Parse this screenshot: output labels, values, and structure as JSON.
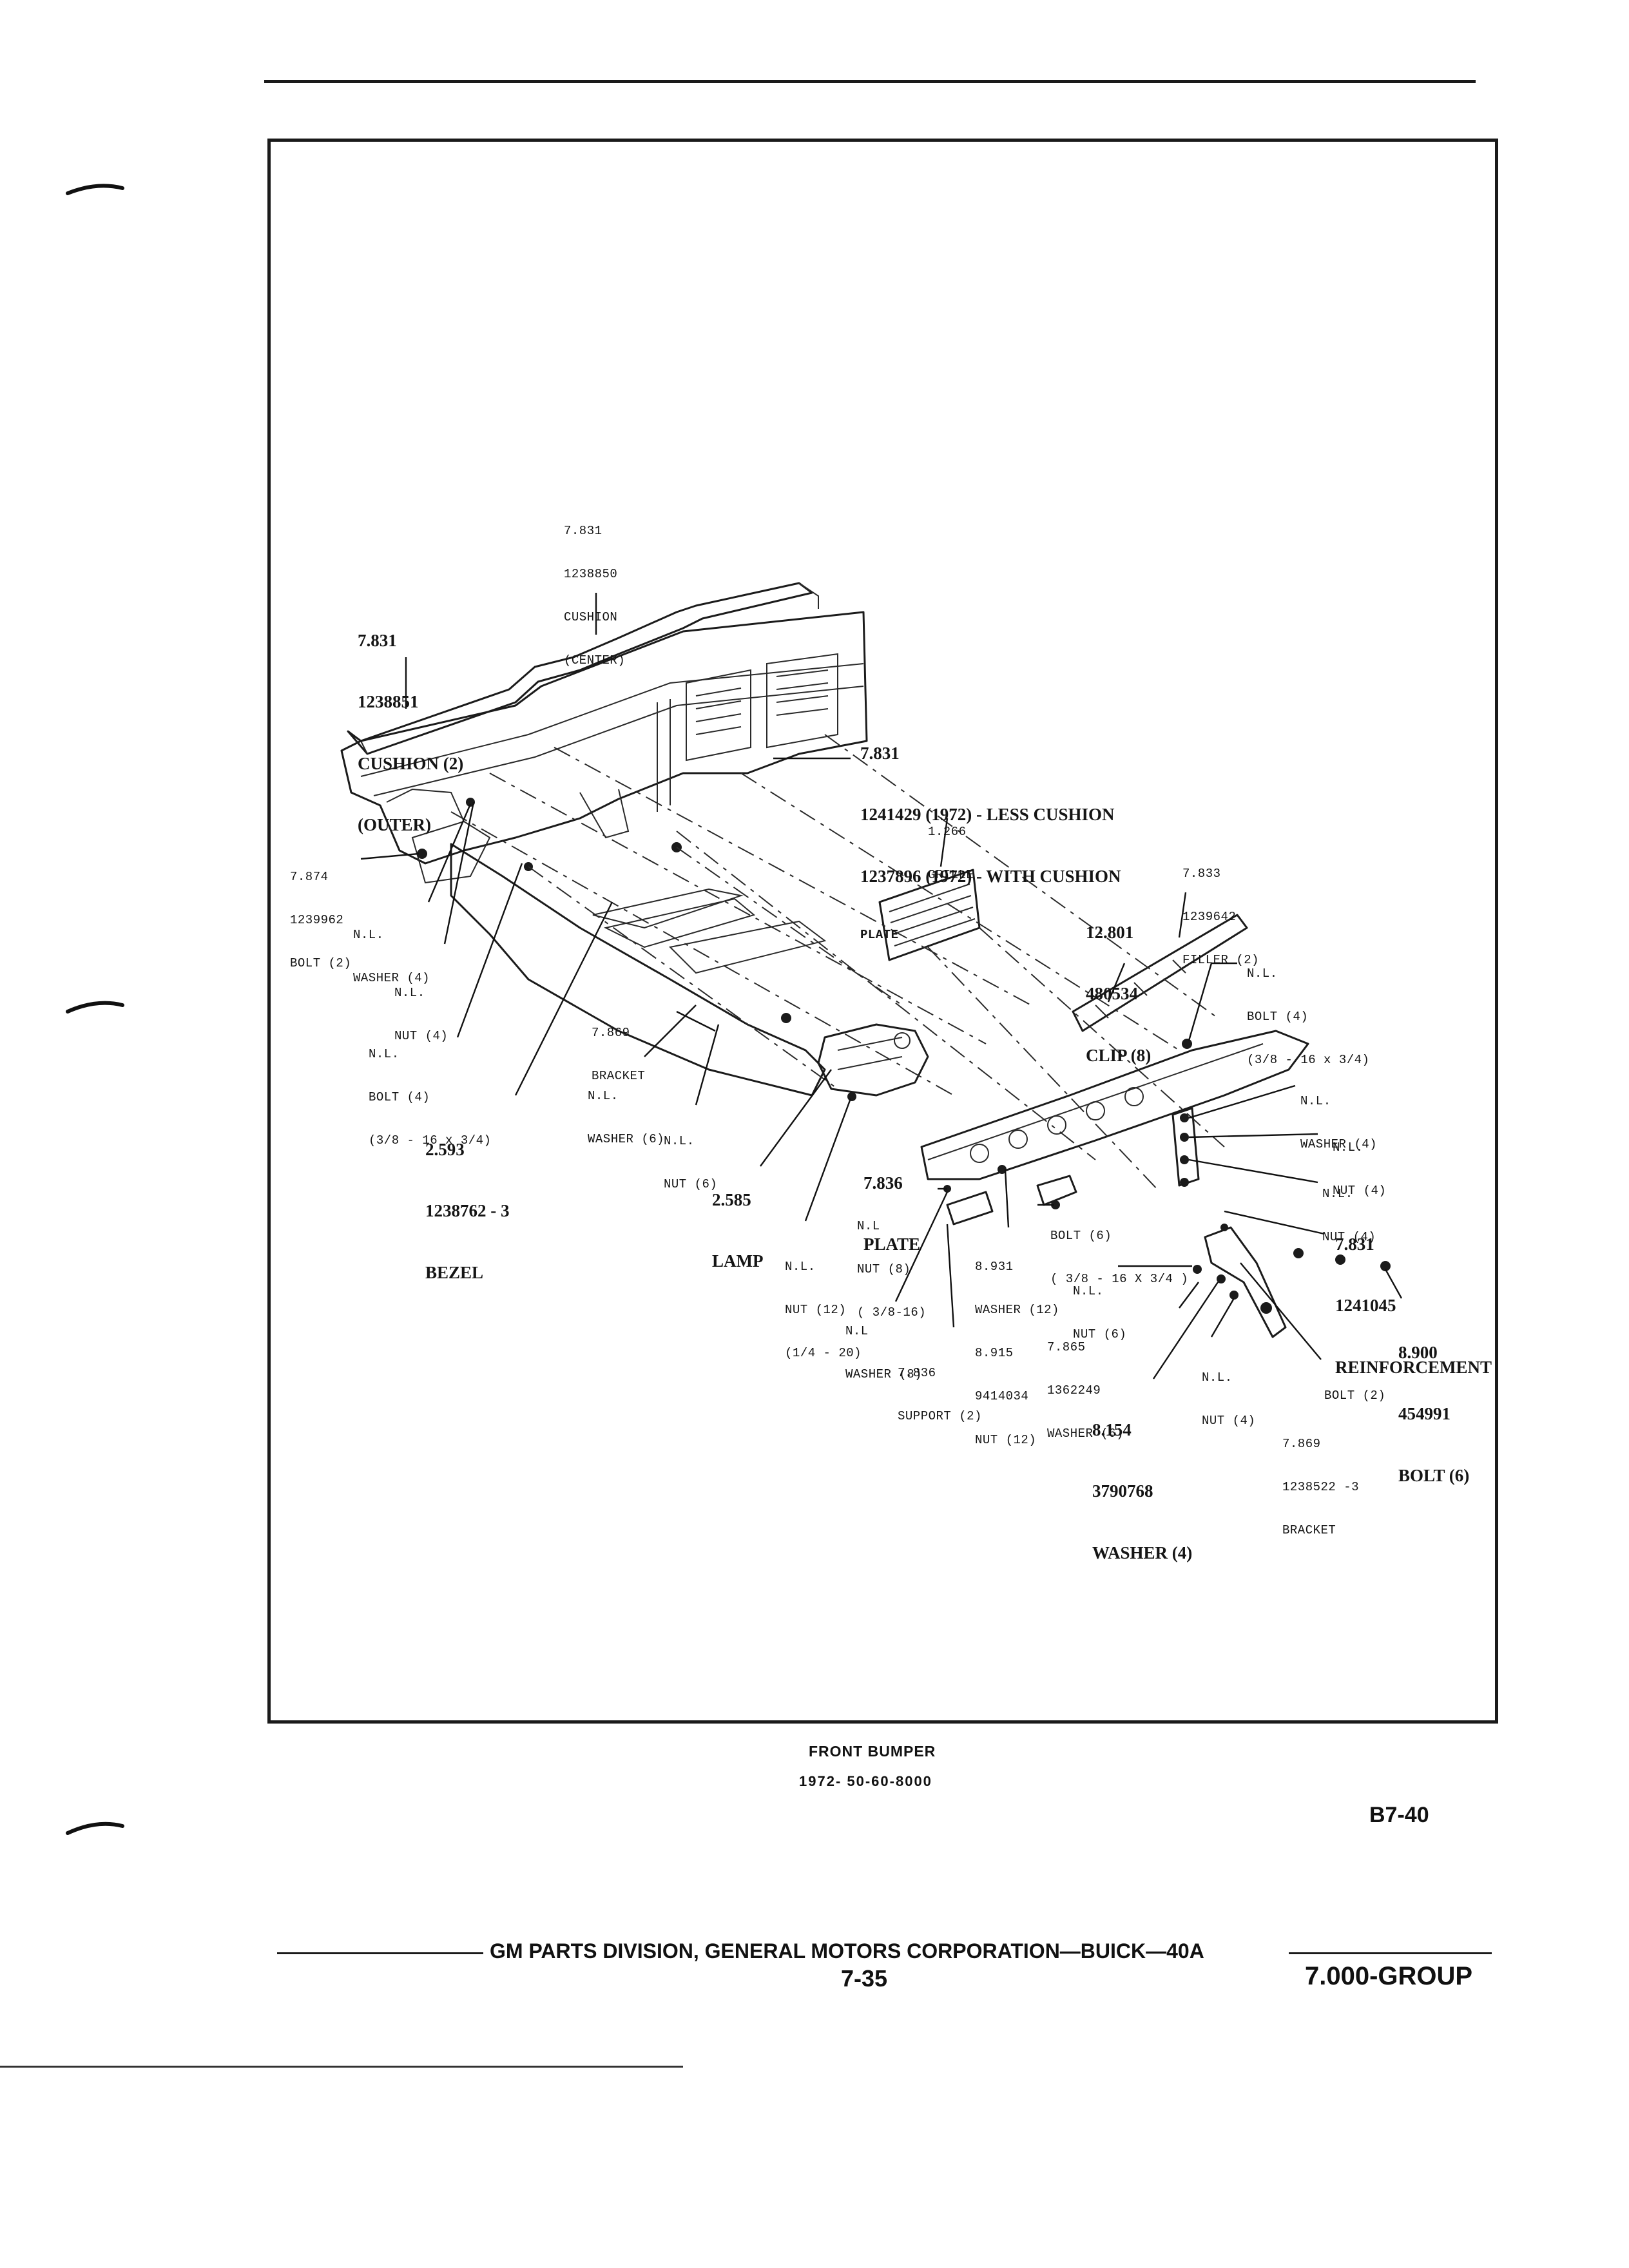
{
  "diagram": {
    "callouts": {
      "cushion_center": [
        "7.831",
        "1238850",
        "CUSHION",
        "(CENTER)"
      ],
      "cushion_outer": [
        "7.831",
        "1238851",
        "CUSHION (2)",
        "(OUTER)"
      ],
      "plate_top": [
        "7.831",
        "1241429 (1972) - LESS CUSHION",
        "1237896 (1972) - WITH CUSHION",
        "PLATE"
      ],
      "grille": [
        "1.266",
        "GRILLE"
      ],
      "filler": [
        "7.833",
        "1239642",
        "FILLER (2)"
      ],
      "clip": [
        "12.801",
        "480534",
        "CLIP (8)"
      ],
      "bolt_left": [
        "7.874",
        "1239962",
        "BOLT (2)"
      ],
      "washer_left": [
        "N.L.",
        "WASHER (4)"
      ],
      "nut_left": [
        "N.L.",
        "NUT (4)"
      ],
      "bolt_nl_left": [
        "N.L.",
        "BOLT (4)",
        "(3/8 - 16 x 3/4)"
      ],
      "bracket_left": [
        "7.869",
        "BRACKET"
      ],
      "washer6_left": [
        "N.L.",
        "WASHER (6)"
      ],
      "nut6_left": [
        "N.L.",
        "NUT (6)"
      ],
      "bezel": [
        "2.593",
        "1238762 - 3",
        "BEZEL"
      ],
      "lamp": [
        "2.585",
        "LAMP"
      ],
      "plate_mid": [
        "7.836",
        "PLATE"
      ],
      "nut8": [
        "N.L",
        "NUT (8)",
        "( 3/8-16)"
      ],
      "nut12": [
        "N.L.",
        "NUT (12)",
        "(1/4 - 20)"
      ],
      "washer8": [
        "N.L",
        "WASHER (8)"
      ],
      "support": [
        "7.836",
        "SUPPORT (2)"
      ],
      "washer_nut_931": [
        "8.931",
        "WASHER (12)",
        "8.915",
        "9414034",
        "NUT (12)"
      ],
      "bolt6_mid": [
        "BOLT (6)",
        "( 3/8 - 16 X 3/4 )"
      ],
      "nut6_right": [
        "N.L.",
        "NUT (6)"
      ],
      "washer6_865": [
        "7.865",
        "1362249",
        "WASHER (6)"
      ],
      "washer4_154": [
        "8.154",
        "3790768",
        "WASHER (4)"
      ],
      "nut4_lower": [
        "N.L.",
        "NUT (4)"
      ],
      "bracket_right": [
        "7.869",
        "1238522 -3",
        "BRACKET"
      ],
      "bolt2_right": [
        "BOLT (2)"
      ],
      "bolt6_900": [
        "8.900",
        "454991",
        "BOLT (6)"
      ],
      "reinforcement": [
        "7.831",
        "1241045",
        "REINFORCEMENT"
      ],
      "nut4_r2": [
        "N.L.",
        "NUT (4)"
      ],
      "nut4_r1": [
        "N.L.",
        "NUT (4)"
      ],
      "washer4_right": [
        "N.L.",
        "WASHER (4)"
      ],
      "bolt4_right": [
        "N.L.",
        "BOLT (4)",
        "(3/8 - 16 x 3/4)"
      ]
    }
  },
  "caption": {
    "title": "FRONT BUMPER",
    "subtitle": "1972- 50-60-8000"
  },
  "page_code": "B7-40",
  "footer": {
    "company": "GM PARTS DIVISION,  GENERAL MOTORS CORPORATION—BUICK—40A",
    "page": "7-35",
    "group": "7.000-GROUP"
  },
  "colors": {
    "ink": "#1a1a1a",
    "paper": "#ffffff"
  }
}
